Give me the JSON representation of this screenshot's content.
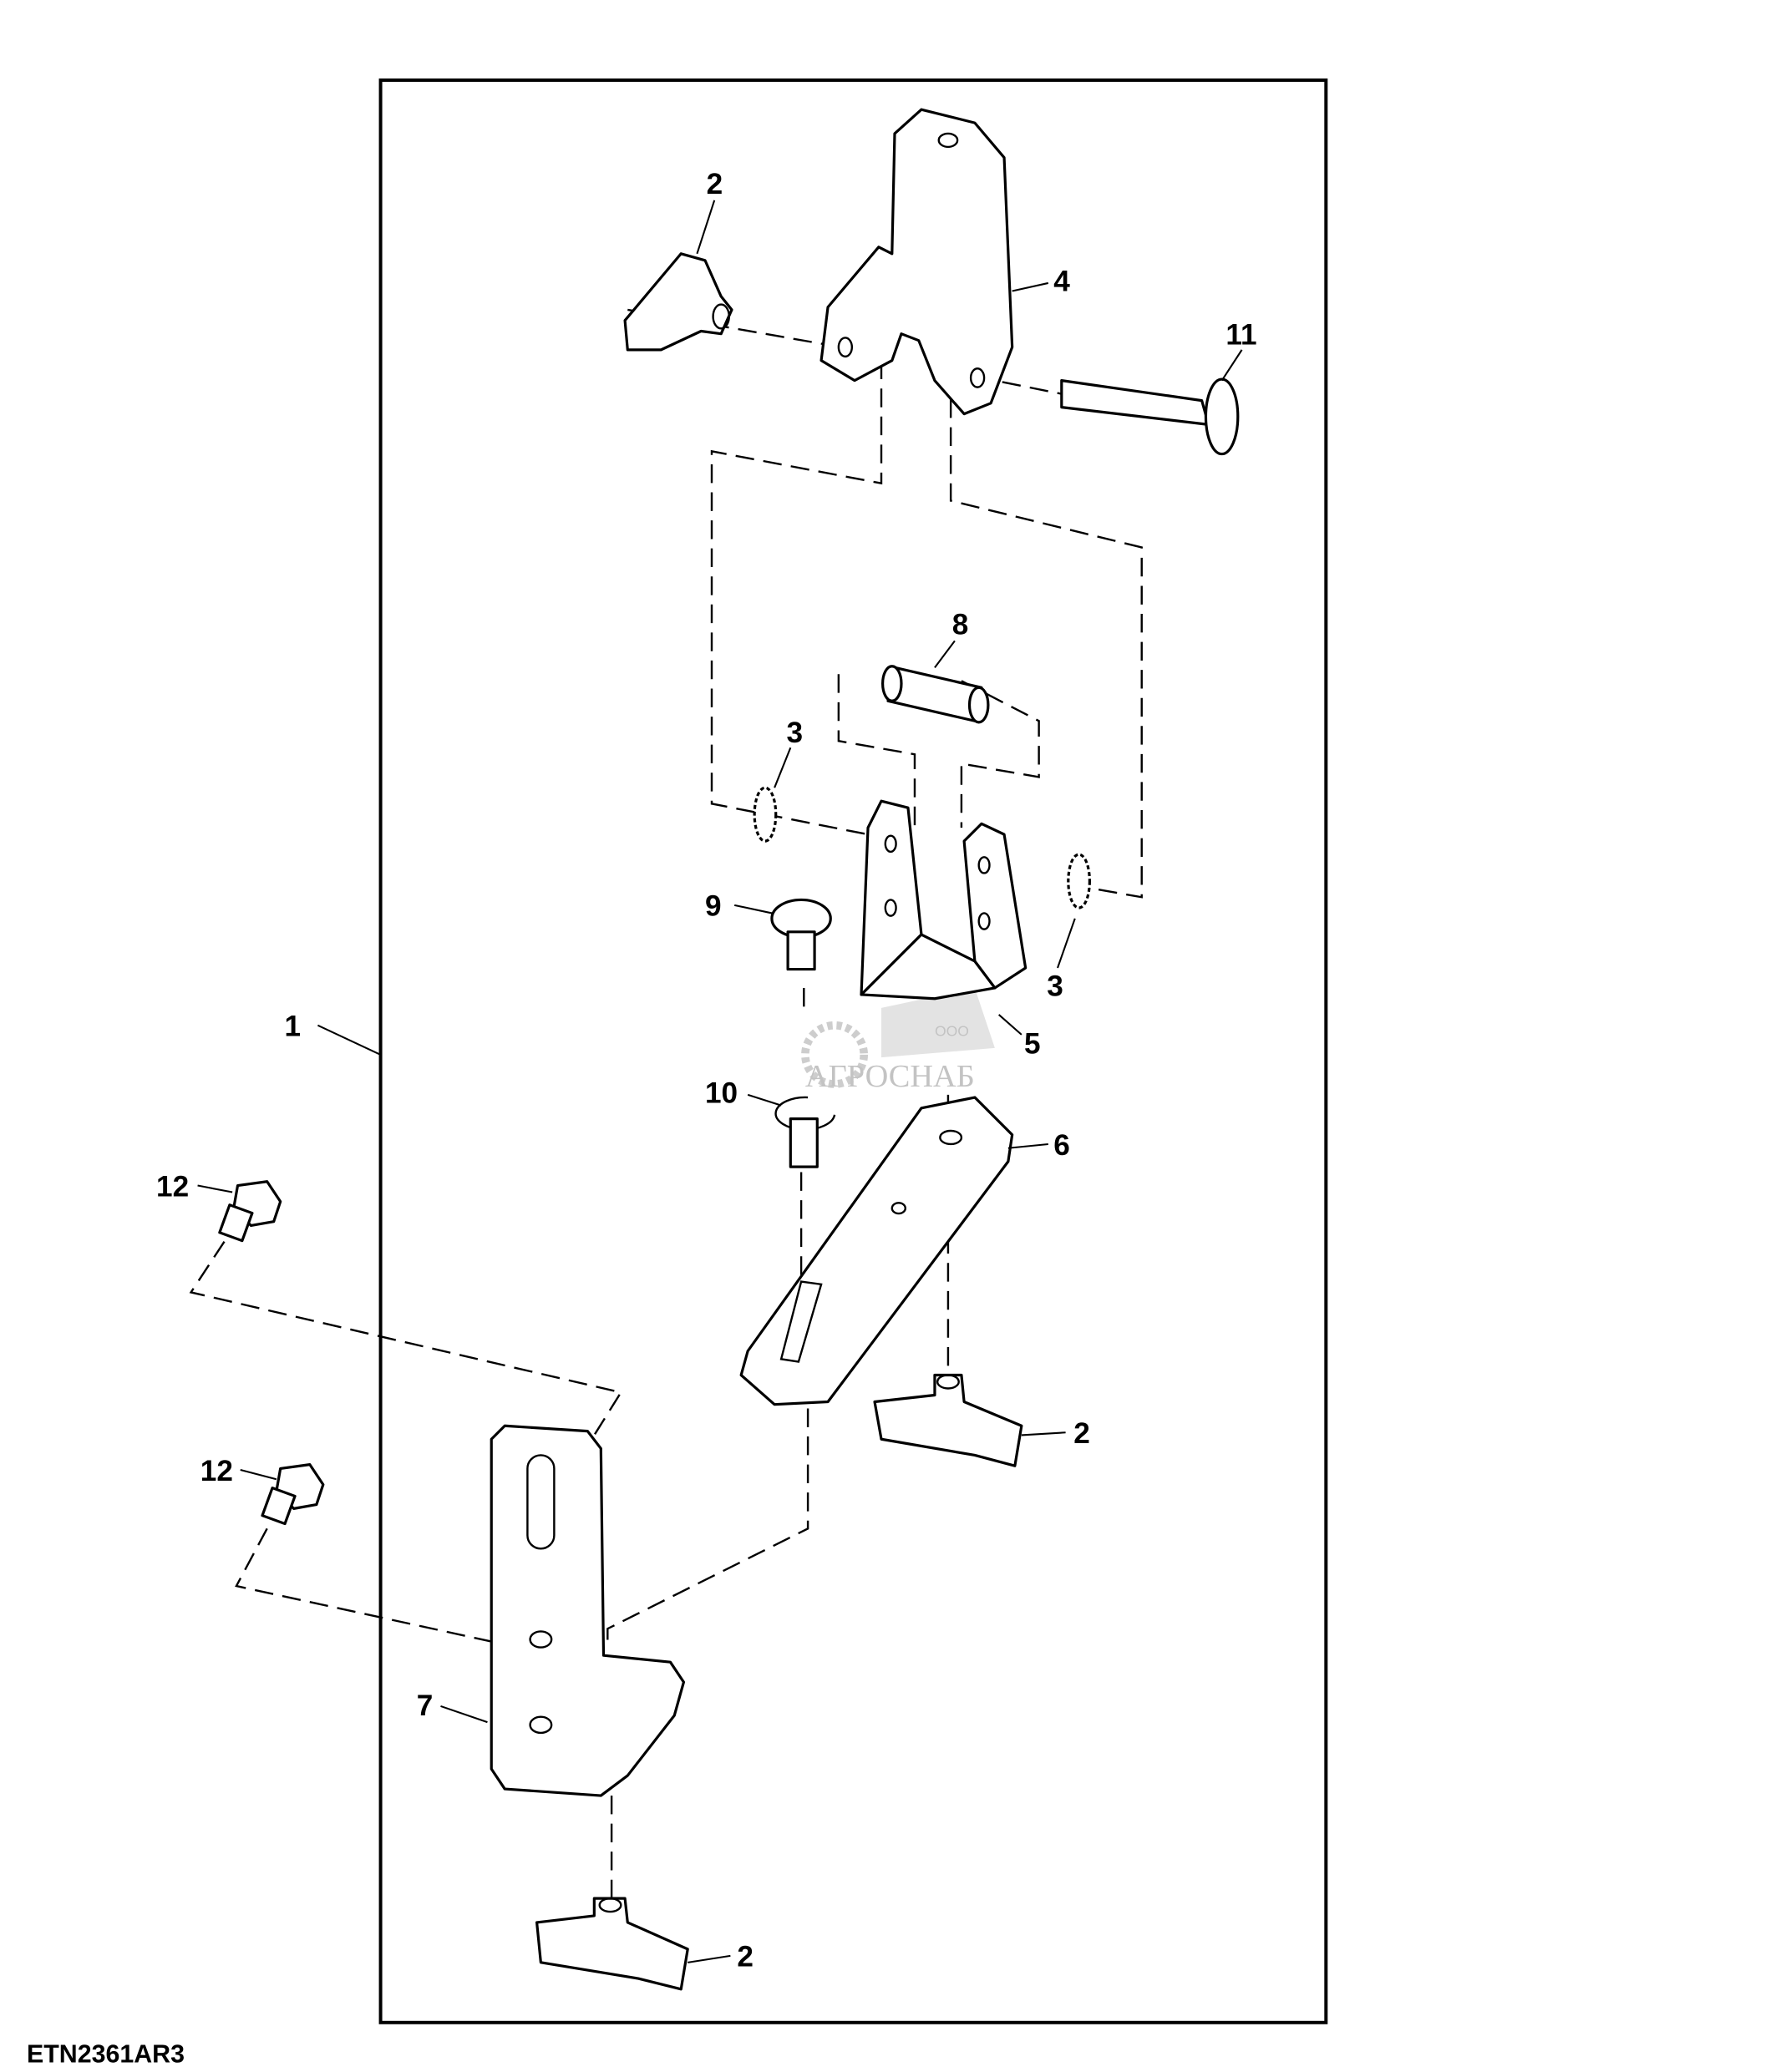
{
  "diagram": {
    "code": "ETN2361AR3",
    "watermark": {
      "company_prefix": "ООО",
      "company_name": "АГРОСНАБ"
    },
    "callouts": [
      {
        "id": "c2a",
        "label": "2"
      },
      {
        "id": "c4",
        "label": "4"
      },
      {
        "id": "c11",
        "label": "11"
      },
      {
        "id": "c8",
        "label": "8"
      },
      {
        "id": "c3a",
        "label": "3"
      },
      {
        "id": "c9",
        "label": "9"
      },
      {
        "id": "c3b",
        "label": "3"
      },
      {
        "id": "c5",
        "label": "5"
      },
      {
        "id": "c1",
        "label": "1"
      },
      {
        "id": "c10",
        "label": "10"
      },
      {
        "id": "c6",
        "label": "6"
      },
      {
        "id": "c12a",
        "label": "12"
      },
      {
        "id": "c2b",
        "label": "2"
      },
      {
        "id": "c12b",
        "label": "12"
      },
      {
        "id": "c7",
        "label": "7"
      },
      {
        "id": "c2c",
        "label": "2"
      }
    ]
  }
}
